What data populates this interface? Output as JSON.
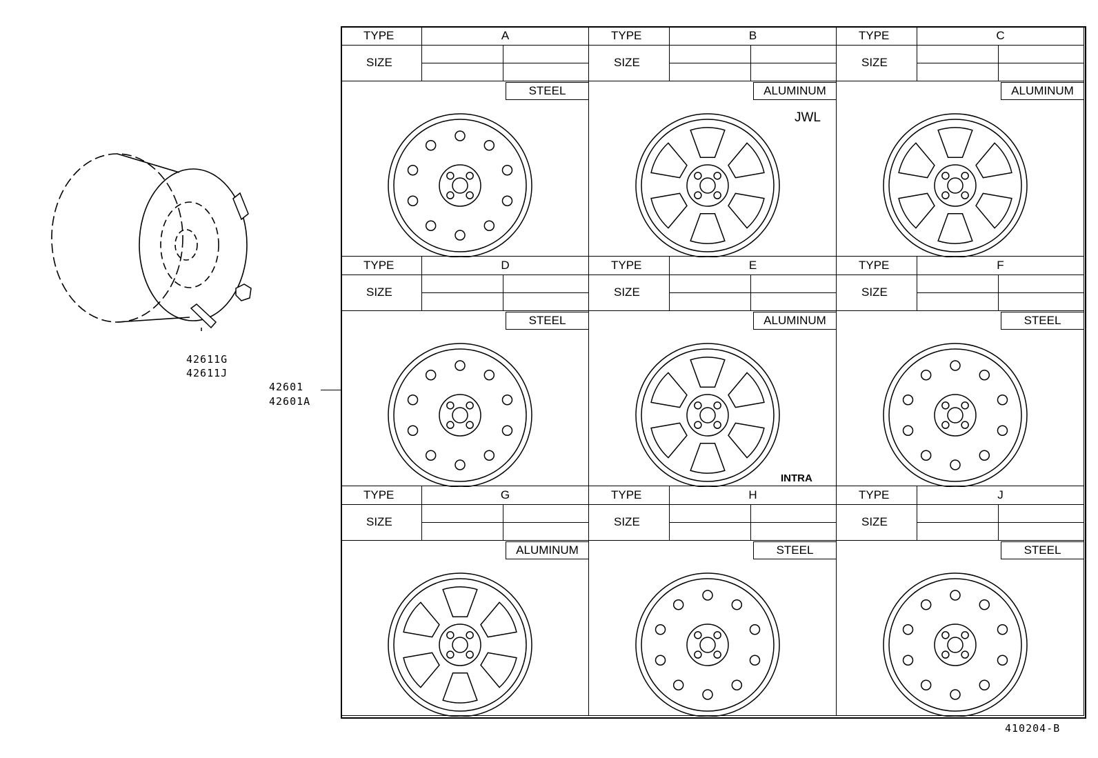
{
  "diagram_id": "410204-B",
  "part_numbers": {
    "valve": [
      "42611G",
      "42611J"
    ],
    "wheel": [
      "42601",
      "42601A"
    ]
  },
  "header_labels": {
    "type": "TYPE",
    "size": "SIZE"
  },
  "wheels": [
    {
      "letter": "A",
      "material": "STEEL"
    },
    {
      "letter": "B",
      "material": "ALUMINUM",
      "note": "JWL"
    },
    {
      "letter": "C",
      "material": "ALUMINUM"
    },
    {
      "letter": "D",
      "material": "STEEL"
    },
    {
      "letter": "E",
      "material": "ALUMINUM",
      "note": "INTRA"
    },
    {
      "letter": "F",
      "material": "STEEL"
    },
    {
      "letter": "G",
      "material": "ALUMINUM"
    },
    {
      "letter": "H",
      "material": "STEEL"
    },
    {
      "letter": "J",
      "material": "STEEL"
    }
  ]
}
